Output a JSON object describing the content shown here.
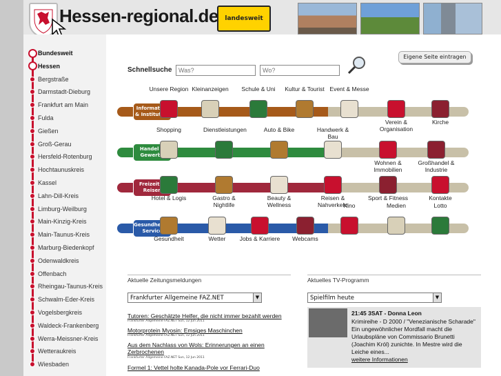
{
  "header": {
    "logo_text": "Hessen-regional.de",
    "landesweit_label": "landesweit"
  },
  "sidebar": {
    "items": [
      {
        "label": "Bundesweit",
        "bold": true,
        "ring": true
      },
      {
        "label": "Hessen",
        "bold": true,
        "ring": true
      },
      {
        "label": "Bergstraße"
      },
      {
        "label": "Darmstadt-Dieburg"
      },
      {
        "label": "Frankfurt am Main"
      },
      {
        "label": "Fulda"
      },
      {
        "label": "Gießen"
      },
      {
        "label": "Groß-Gerau"
      },
      {
        "label": "Hersfeld-Rotenburg"
      },
      {
        "label": "Hochtaunuskreis"
      },
      {
        "label": "Kassel"
      },
      {
        "label": "Lahn-Dill-Kreis"
      },
      {
        "label": "Limburg-Weilburg"
      },
      {
        "label": "Main-Kinzig-Kreis"
      },
      {
        "label": "Main-Taunus-Kreis"
      },
      {
        "label": "Marburg-Biedenkopf"
      },
      {
        "label": "Odenwaldkreis"
      },
      {
        "label": "Offenbach"
      },
      {
        "label": "Rheingau-Taunus-Kreis"
      },
      {
        "label": "Schwalm-Eder-Kreis"
      },
      {
        "label": "Vogelsbergkreis"
      },
      {
        "label": "Waldeck-Frankenberg"
      },
      {
        "label": "Werra-Meissner-Kreis"
      },
      {
        "label": "Wetteraukreis"
      },
      {
        "label": "Wiesbaden"
      }
    ]
  },
  "toolbar": {
    "eigene_label": "Eigene Seite eintragen"
  },
  "search": {
    "label": "Schnellsuche",
    "was_placeholder": "Was?",
    "wo_placeholder": "Wo?"
  },
  "bands": [
    {
      "label": "Information & Institution",
      "color": "#a65a1a"
    },
    {
      "label": "Handel & Gewerbe",
      "color": "#2e8b3e"
    },
    {
      "label": "Freizeit & Reisen",
      "color": "#a0283c"
    },
    {
      "label": "Gesundheit & Service",
      "color": "#2a5aa8"
    }
  ],
  "categories": {
    "row1": [
      "Unsere Region",
      "Kleinanzeigen",
      "Schule & Uni",
      "Kultur & Tourist",
      "Event & Messe",
      "Verein & Organisation",
      "Kirche"
    ],
    "row2": [
      "Shopping",
      "Dienstleistungen",
      "Auto & Bike",
      "Handwerk & Bau",
      "Wohnen & Immobilien",
      "Großhandel & Industrie"
    ],
    "row3": [
      "Hotel & Logis",
      "Gastro & Nightlife",
      "Beauty & Wellness",
      "Reisen & Nahverkehr",
      "Sport & Fitness",
      "Kontakte"
    ],
    "row4": [
      "Gesundheit",
      "Wetter",
      "Jobs & Karriere",
      "Webcams",
      "Kino",
      "Medien",
      "Lotto"
    ]
  },
  "icons": {
    "row1": [
      "info-icon",
      "newspaper-icon",
      "chalkboard-icon",
      "temple-icon",
      "rocket-icon",
      "flag-icon",
      "church-icon"
    ],
    "row2": [
      "shopping-bag-icon",
      "handshake-icon",
      "car-icon",
      "tools-icon",
      "house-icon",
      "factory-icon"
    ],
    "row3": [
      "bed-icon",
      "cutlery-icon",
      "mirror-icon",
      "suitcase-icon",
      "dumbbell-icon",
      "heart-icon"
    ],
    "row4": [
      "caduceus-icon",
      "sun-cloud-icon",
      "briefcase-icon",
      "webcam-icon",
      "film-icon",
      "radio-icon",
      "lottery-balls-icon"
    ]
  },
  "news": {
    "heading": "Aktuelle Zeitungsmeldungen",
    "source_select": "Frankfurter Allgemeine FAZ.NET",
    "items": [
      {
        "title": "Tutoren: Geschätzte Helfer, die nicht immer bezahlt werden",
        "meta": "Frankfurter Allgemeine FAZ.NET Sun, 12 Jun 2011"
      },
      {
        "title": "Motorprotein Myosin: Emsiges Maschinchen",
        "meta": "Frankfurter Allgemeine FAZ.NET Sun, 12 Jun 2011"
      },
      {
        "title": "Aus dem Nachlass von Wols: Erinnerungen an einen Zerbrochenen",
        "meta": "Frankfurter Allgemeine FAZ.NET Sun, 12 Jun 2011"
      },
      {
        "title": "Formel 1: Vettel holte Kanada-Pole vor Ferrari-Duo",
        "meta": ""
      }
    ]
  },
  "tv": {
    "heading": "Aktuelles TV-Programm",
    "select": "Spielfilm heute",
    "time_title": "21:45 3SAT - Donna Leon",
    "desc": [
      "Krimireihe - D 2000 / \"Venezianische Scharade\"",
      "Ein ungewöhnlicher Mordfall macht die",
      "Urlaubspläne von Commissario Brunetti",
      "(Joachim Król) zunichte. In Mestre wird die",
      "Leiche eines..."
    ],
    "more": "weitere Informationen"
  }
}
